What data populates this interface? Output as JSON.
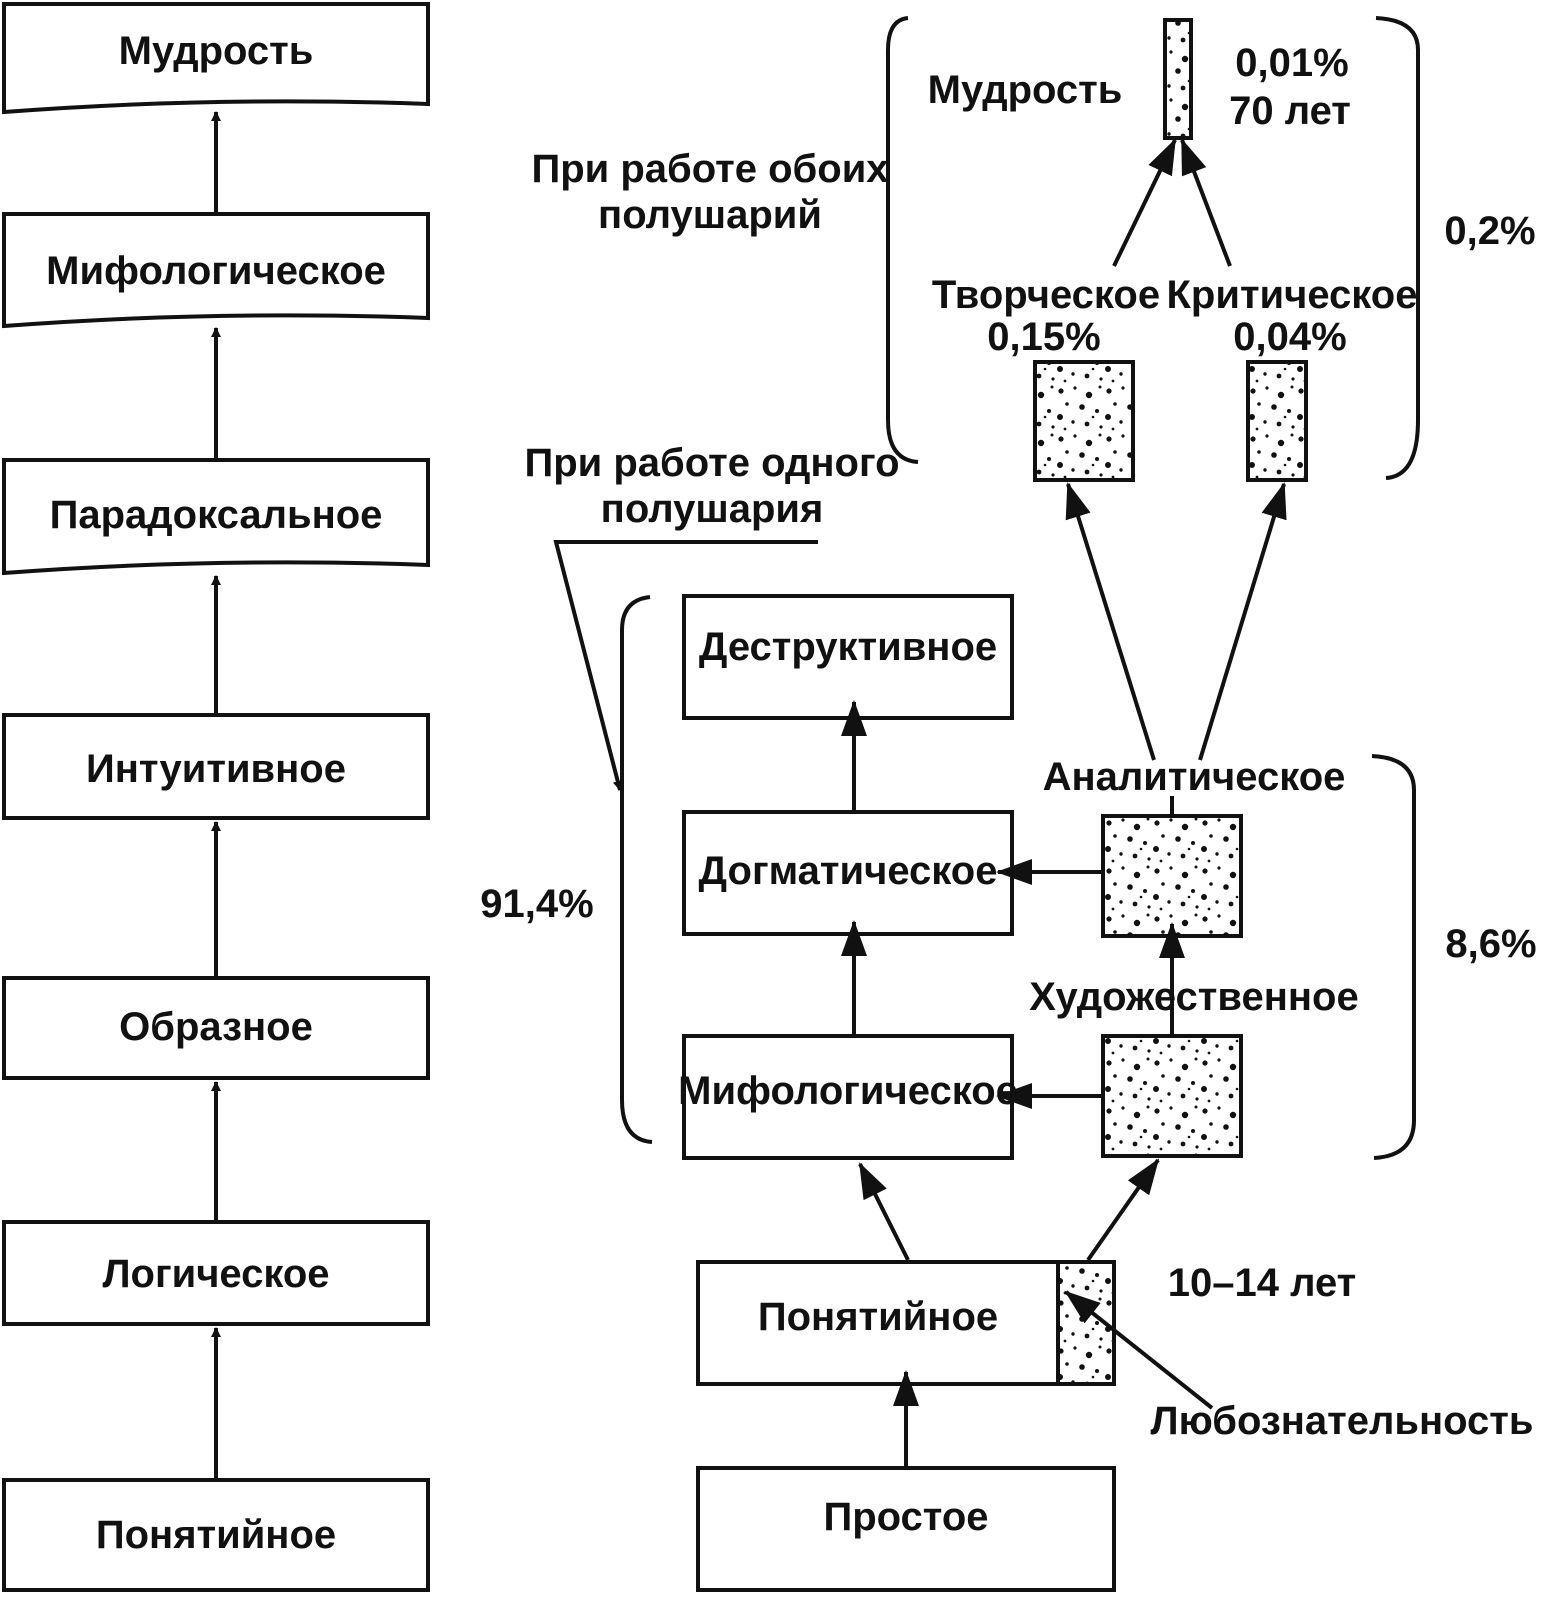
{
  "colors": {
    "ink": "#111111",
    "background": "#ffffff"
  },
  "left_chain": [
    "Мудрость",
    "Мифологическое",
    "Парадоксальное",
    "Интуитивное",
    "Образное",
    "Логическое",
    "Понятийное"
  ],
  "right": {
    "wisdom": {
      "label": "Мудрость",
      "percent": "0,01%",
      "age": "70 лет"
    },
    "creative": {
      "label": "Творческое",
      "percent": "0,15%"
    },
    "critical": {
      "label": "Критическое",
      "percent": "0,04%"
    },
    "both_hemispheres": [
      "При работе обоих",
      "полушарий"
    ],
    "both_percent": "0,2%",
    "one_hemisphere": [
      "При работе одного",
      "полушария"
    ],
    "one_percent": "91,4%",
    "destructive": "Деструктивное",
    "dogmatic": "Догматическое",
    "mythological": "Мифологическое",
    "analytical": "Аналитическое",
    "artistic": "Художественное",
    "group_percent": "8,6%",
    "conceptual": "Понятийное",
    "age_range": "10–14 лет",
    "curiosity": "Любознательность",
    "simple": "Простое"
  }
}
